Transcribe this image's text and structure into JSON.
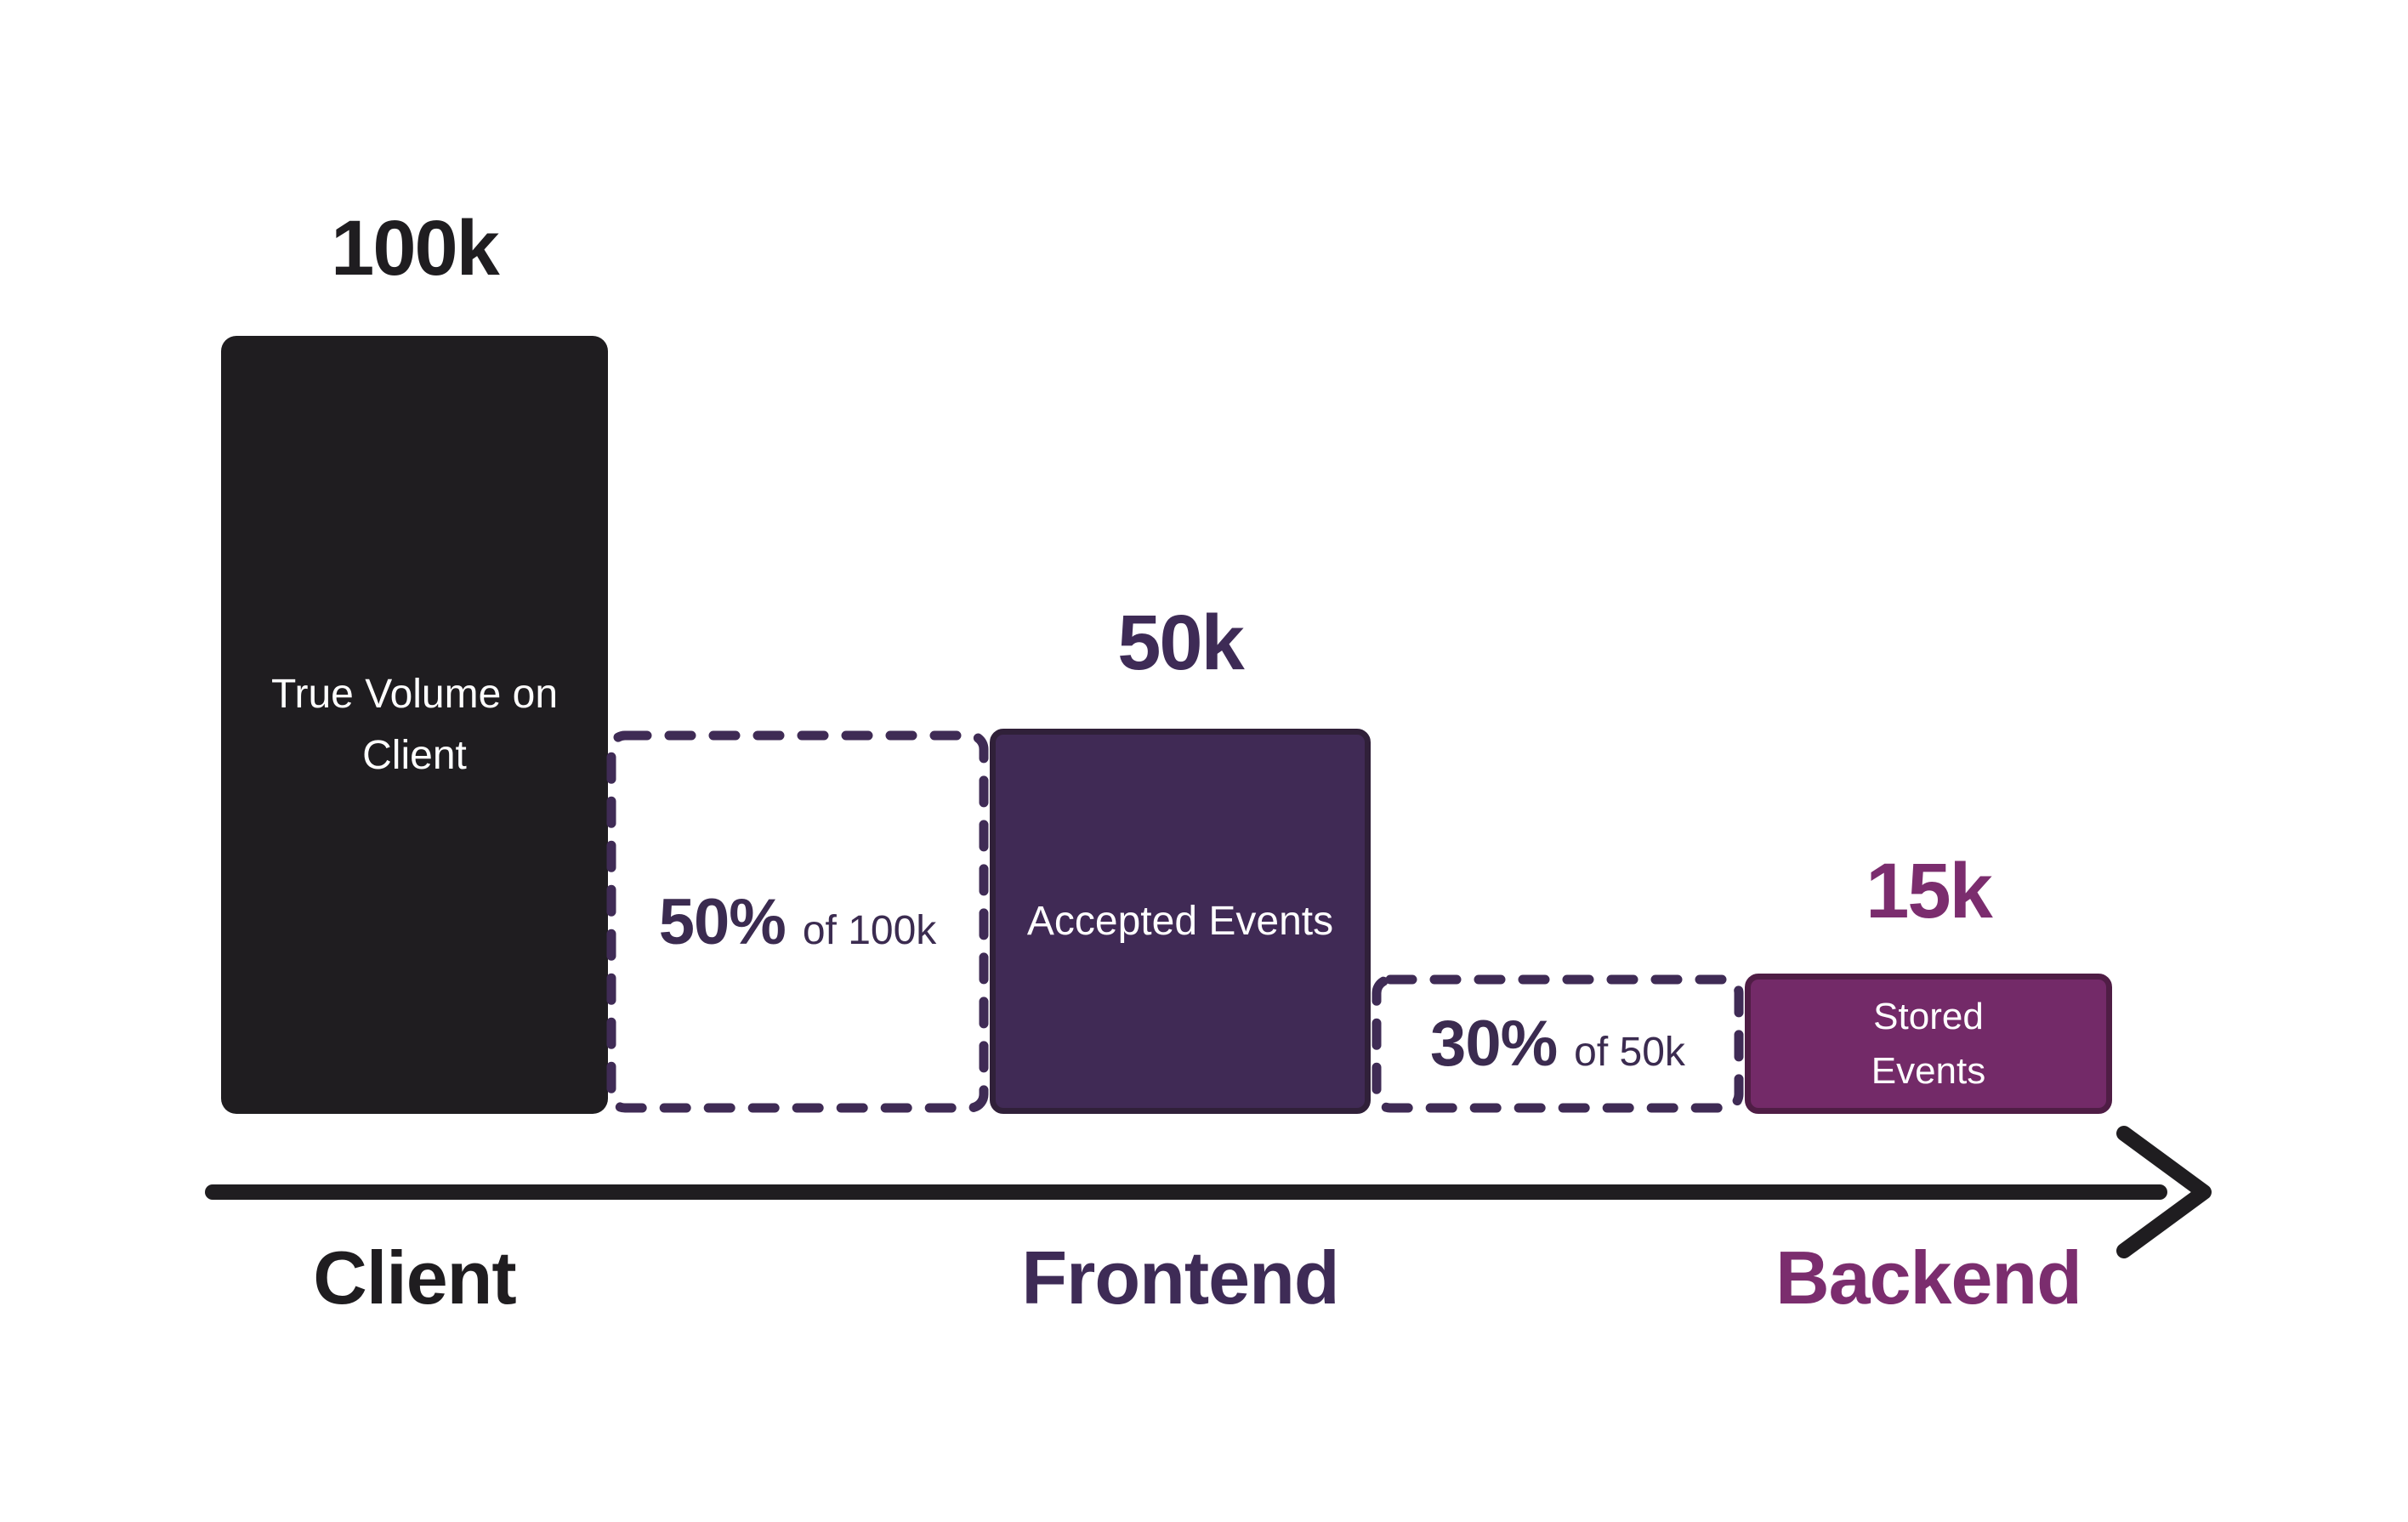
{
  "colors": {
    "background": "#ffffff",
    "ink": "#1f1d20",
    "dark_purple_text": "#3e2b56",
    "dark_purple_fill": "#402a55",
    "dark_purple_border": "#302039",
    "dashed_border": "#3f2b55",
    "magenta_text": "#7b2d6e",
    "magenta_fill": "#732a68",
    "magenta_border": "#4f1d45",
    "bar_text": "#ffffff",
    "axis_arrow": "#1f1d20"
  },
  "chart_data": {
    "type": "bar",
    "subtype": "funnel",
    "title": "",
    "xlabel": "",
    "ylabel": "",
    "categories": [
      "Client",
      "Frontend",
      "Backend"
    ],
    "values": [
      100000,
      50000,
      15000
    ],
    "value_labels": [
      "100k",
      "50k",
      "15k"
    ],
    "bar_labels": [
      "True Volume on Client",
      "Accepted Events",
      "Stored Events"
    ],
    "annotations": [
      {
        "percent": "50%",
        "of": "of 100k",
        "between": [
          "Client",
          "Frontend"
        ]
      },
      {
        "percent": "30%",
        "of": "of 50k",
        "between": [
          "Frontend",
          "Backend"
        ]
      }
    ],
    "layout_hints": {
      "axis": "horizontal arrow along bottom, black, rounded chevron head",
      "grid": false,
      "legend": false,
      "drop_boxes": "dashed rounded rectangles between bars showing retention percent"
    }
  },
  "funnel": {
    "stage1": {
      "value_label": "100k",
      "bar_line1": "True Volume on",
      "bar_line2": "Client",
      "axis_label": "Client"
    },
    "drop1": {
      "percent": "50%",
      "of": "of 100k"
    },
    "stage2": {
      "value_label": "50k",
      "bar_line1": "Accepted Events",
      "axis_label": "Frontend"
    },
    "drop2": {
      "percent": "30%",
      "of": "of 50k"
    },
    "stage3": {
      "value_label": "15k",
      "bar_line1": "Stored",
      "bar_line2": "Events",
      "axis_label": "Backend"
    }
  }
}
